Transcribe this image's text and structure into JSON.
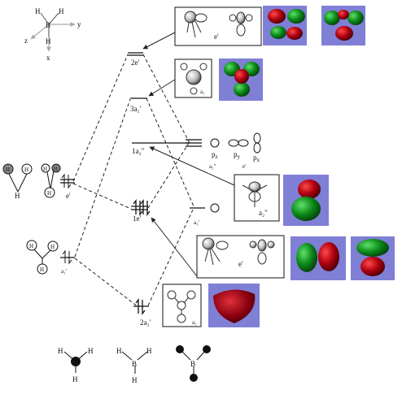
{
  "axes": {
    "b": "B",
    "h": "H",
    "x": "x",
    "y": "y",
    "z": "z"
  },
  "levels": {
    "two_e_prime": "2e'",
    "three_a1": "3a₁'",
    "one_a2": "1a₂\"",
    "one_e_prime": "1e'",
    "two_a1": "2a₁'"
  },
  "fragment_left": {
    "h": "H",
    "e_prime": "e'",
    "a1_prime": "a₁'"
  },
  "fragment_right": {
    "pz": "p",
    "pz_sub": "z",
    "py": "p",
    "py_sub": "y",
    "px": "p",
    "px_sub": "x",
    "a2": "a₂\"",
    "e_prime": "e'",
    "a1_prime": "a₁'"
  },
  "boxes": {
    "e_prime_top": "e'",
    "a1_top": "a₁",
    "a2_box": "a₂\"",
    "e_prime_mid": "e'",
    "a1_bottom": "a₁"
  },
  "molecules": {
    "h": "H",
    "b": "B"
  },
  "colors": {
    "red": "#b00010",
    "green": "#0c8a1a",
    "panel": "#7f7fd6"
  }
}
